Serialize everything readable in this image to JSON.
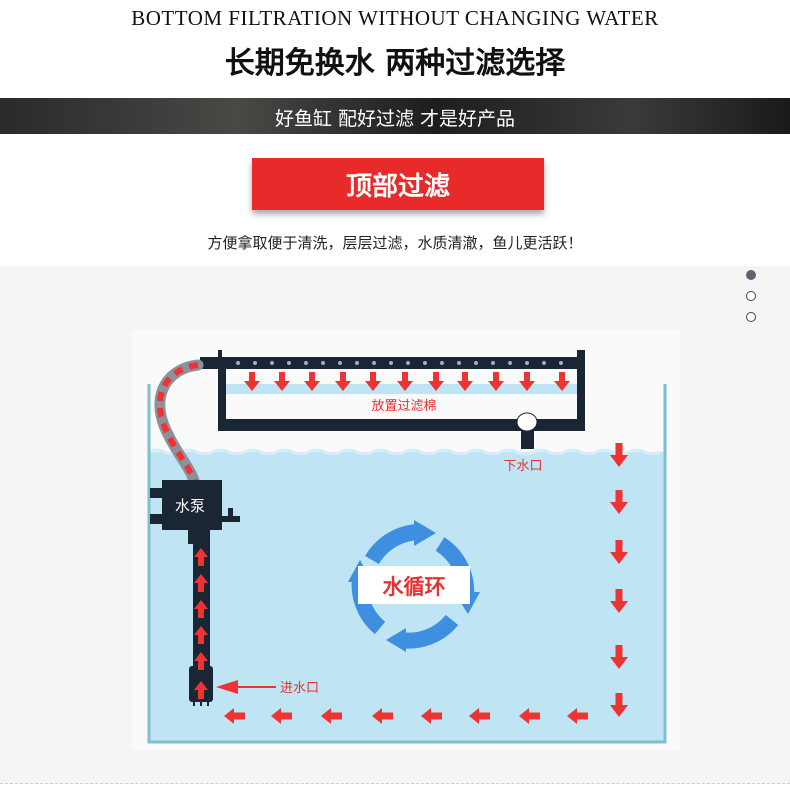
{
  "header": {
    "english_title": "BOTTOM FILTRATION WITHOUT CHANGING WATER",
    "chinese_title": "长期免换水 两种过滤选择"
  },
  "banner": {
    "text": "好鱼缸 配好过滤 才是好产品"
  },
  "section": {
    "tag_label": "顶部过滤",
    "subtitle": "方便拿取便于清洗，层层过滤，水质清澈，鱼儿更活跃！"
  },
  "diagram": {
    "filter_label": "放置过滤棉",
    "outlet_label": "下水口",
    "pump_label": "水泵",
    "cycle_label": "水循环",
    "inlet_label": "进水口",
    "colors": {
      "water": "#bfe4f3",
      "arrow_red": "#ee3333",
      "pipe_dark": "#1b2634",
      "tank_border": "#7ec0d0"
    },
    "icons": [
      "circular-arrows-icon",
      "red-arrow-icon"
    ]
  },
  "carousel": {
    "slide_count": 3,
    "active_index": 0
  }
}
